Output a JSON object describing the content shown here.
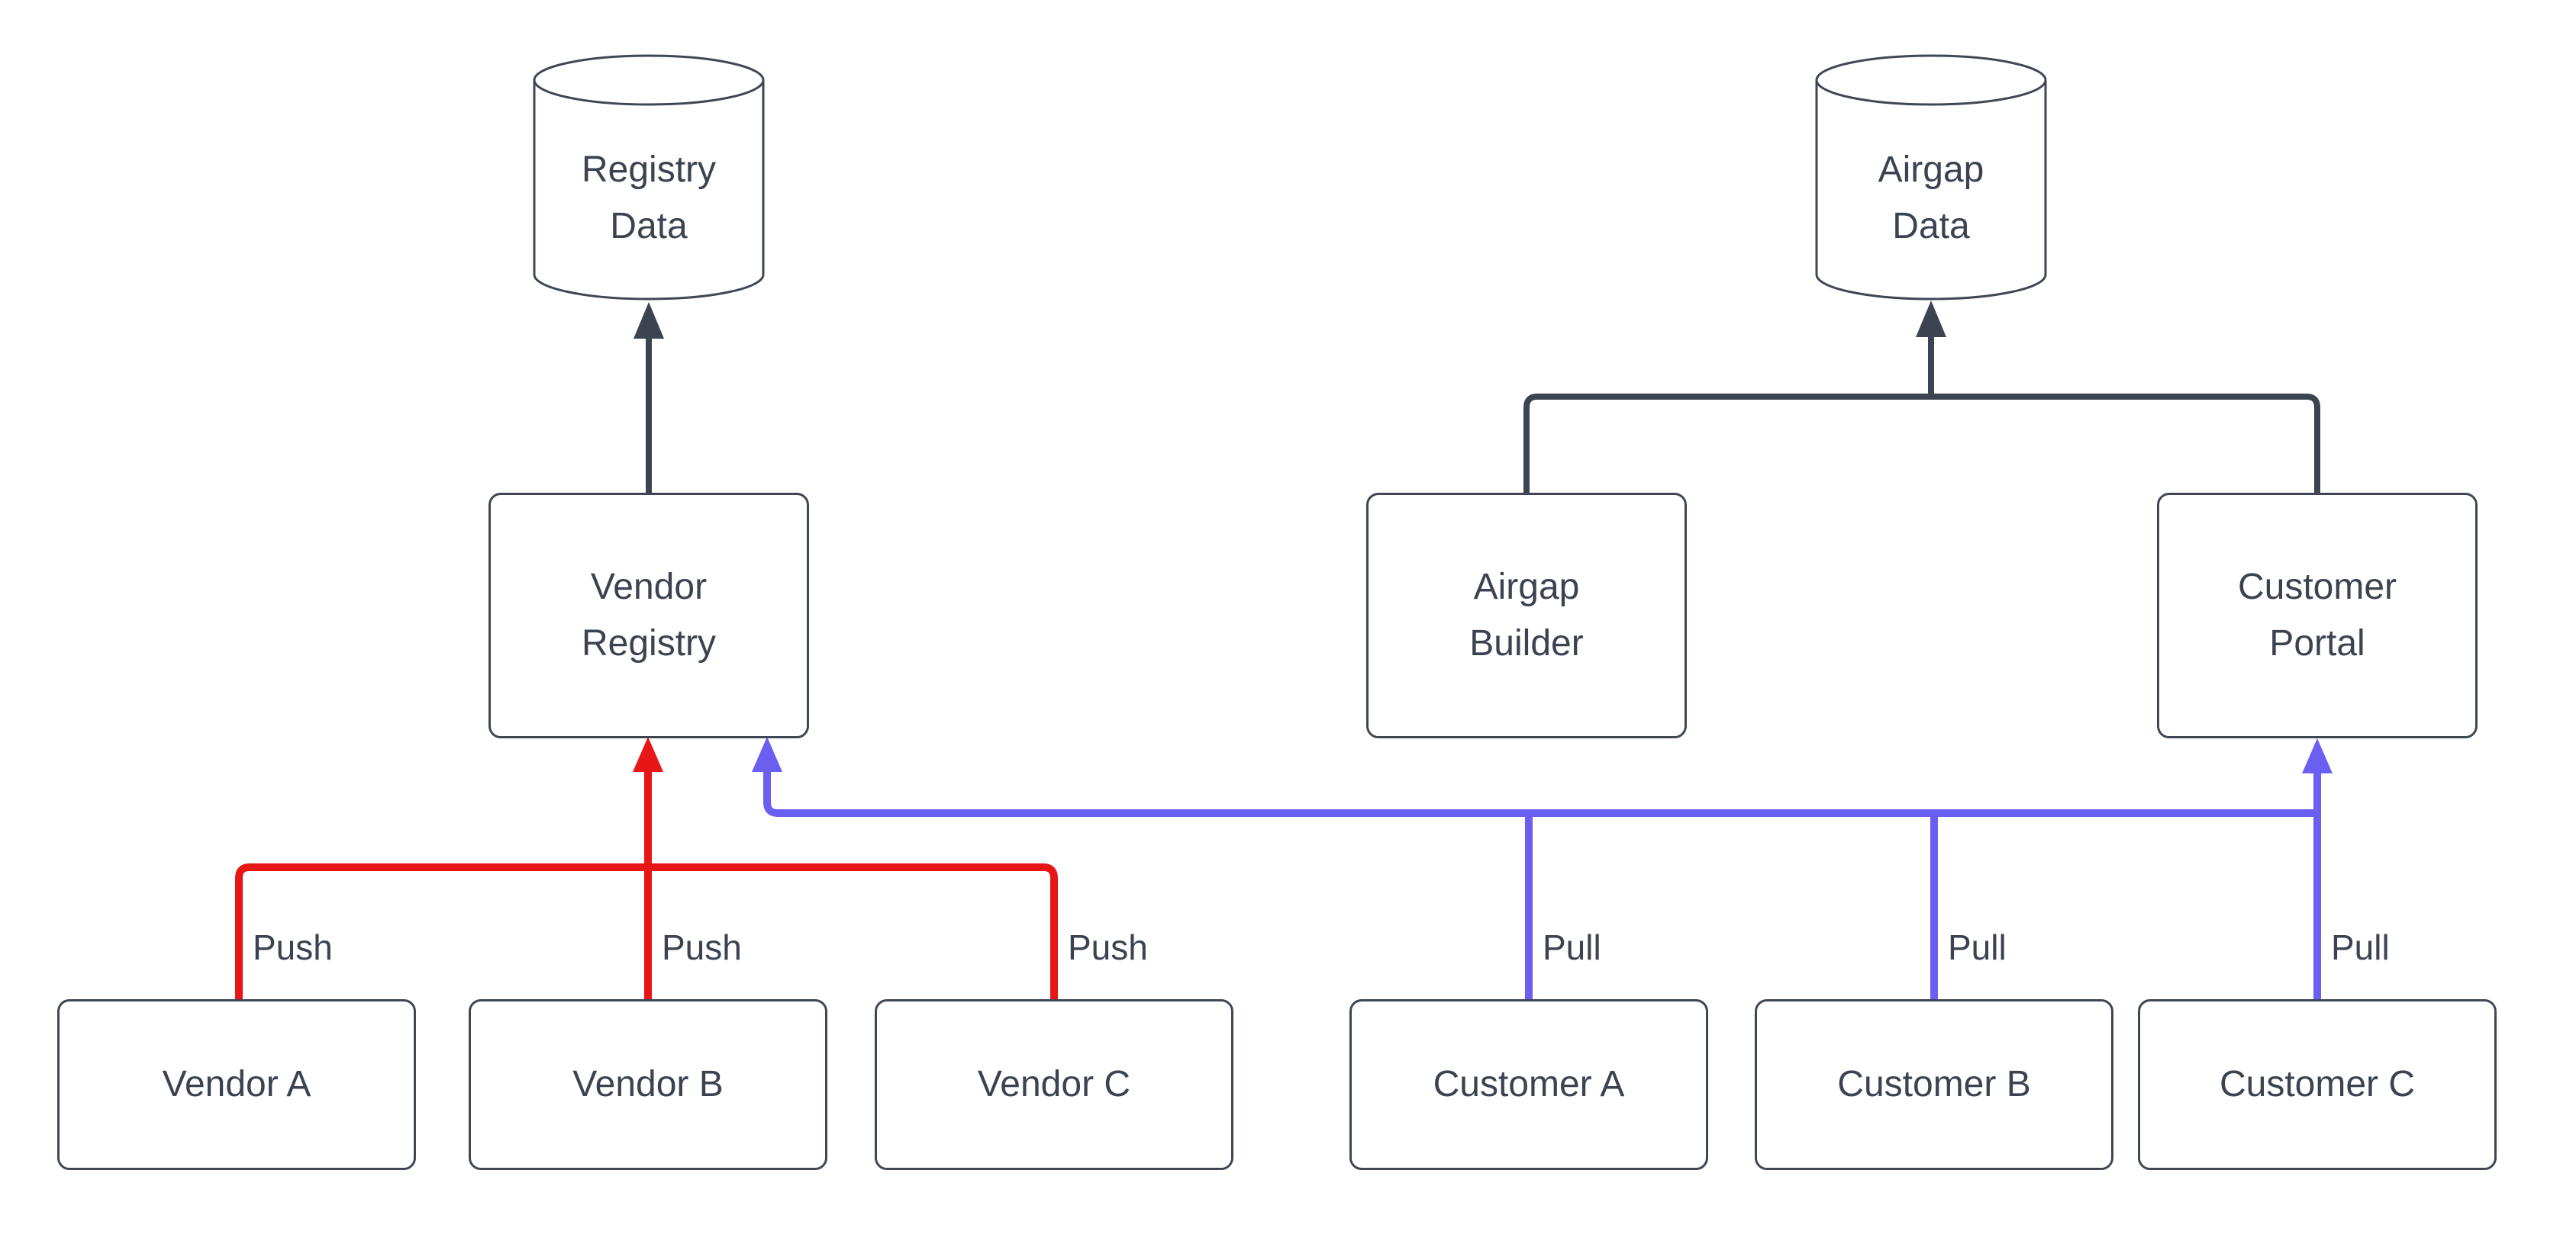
{
  "diagram": {
    "nodes": {
      "registry_data": {
        "label": "Registry\nData",
        "shape": "cylinder"
      },
      "airgap_data": {
        "label": "Airgap\nData",
        "shape": "cylinder"
      },
      "vendor_registry": {
        "label": "Vendor\nRegistry",
        "shape": "box"
      },
      "airgap_builder": {
        "label": "Airgap\nBuilder",
        "shape": "box"
      },
      "customer_portal": {
        "label": "Customer\nPortal",
        "shape": "box"
      },
      "vendor_a": {
        "label": "Vendor A",
        "shape": "box"
      },
      "vendor_b": {
        "label": "Vendor B",
        "shape": "box"
      },
      "vendor_c": {
        "label": "Vendor C",
        "shape": "box"
      },
      "customer_a": {
        "label": "Customer A",
        "shape": "box"
      },
      "customer_b": {
        "label": "Customer B",
        "shape": "box"
      },
      "customer_c": {
        "label": "Customer C",
        "shape": "box"
      }
    },
    "edge_labels": {
      "push": [
        "Push",
        "Push",
        "Push"
      ],
      "pull": [
        "Pull",
        "Pull",
        "Pull"
      ]
    },
    "edges_semantics": {
      "push": "Vendor A/B/C push to Vendor Registry",
      "pull": "Customer A/B/C pull from Vendor Registry and Customer Portal",
      "store_registry": "Vendor Registry writes to Registry Data",
      "store_airgap": "Airgap Builder and Customer Portal write to Airgap Data"
    },
    "colors": {
      "push": "#e81717",
      "pull": "#6b5ff2",
      "line": "#3c4351",
      "text": "#3b4350",
      "node_fill": "#ffffff",
      "node_border": "#3f4755"
    }
  }
}
